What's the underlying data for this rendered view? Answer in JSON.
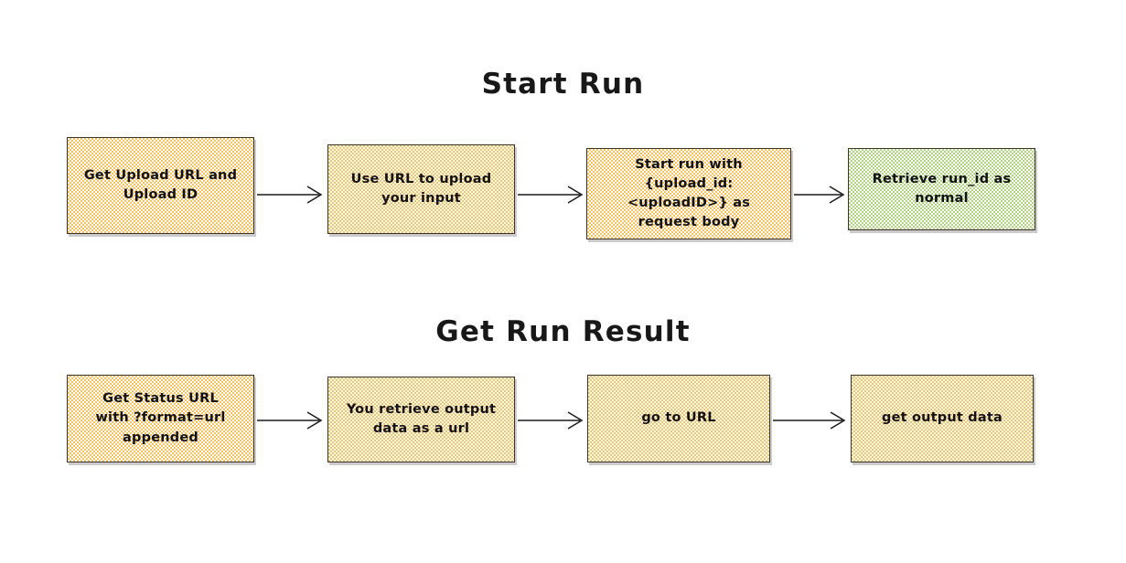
{
  "diagram": {
    "type": "flowchart",
    "background_color": "#ffffff",
    "sections": [
      {
        "id": "start-run",
        "title": "Start Run",
        "nodes": [
          {
            "id": "get-upload-url",
            "label": "Get Upload URL and\nUpload ID",
            "fill": "orange",
            "fill_color": "#f6c35f"
          },
          {
            "id": "use-url-to-upload",
            "label": "Use URL to upload\nyour input",
            "fill": "orange",
            "fill_color": "#f6c35f"
          },
          {
            "id": "start-run-with-body",
            "label": "Start run with\n{upload_id:\n<uploadID>} as\nrequest body",
            "fill": "orange",
            "fill_color": "#f6c35f"
          },
          {
            "id": "retrieve-run-id",
            "label": "Retrieve run_id as\nnormal",
            "fill": "green",
            "fill_color": "#aed77f"
          }
        ],
        "connectors": [
          {
            "from": "get-upload-url",
            "to": "use-url-to-upload",
            "style": "arrow"
          },
          {
            "from": "use-url-to-upload",
            "to": "start-run-with-body",
            "style": "arrow"
          },
          {
            "from": "start-run-with-body",
            "to": "retrieve-run-id",
            "style": "arrow"
          }
        ]
      },
      {
        "id": "get-run-result",
        "title": "Get Run Result",
        "nodes": [
          {
            "id": "get-status-url",
            "label": "Get Status URL\nwith ?format=url\nappended",
            "fill": "orange",
            "fill_color": "#f6c35f"
          },
          {
            "id": "retrieve-output-url",
            "label": "You retrieve output\ndata as a url",
            "fill": "orange",
            "fill_color": "#f6c35f"
          },
          {
            "id": "go-to-url",
            "label": "go to URL",
            "fill": "orange",
            "fill_color": "#f6c35f"
          },
          {
            "id": "get-output-data",
            "label": "get output data",
            "fill": "orange",
            "fill_color": "#f6c35f"
          }
        ],
        "connectors": [
          {
            "from": "get-status-url",
            "to": "retrieve-output-url",
            "style": "arrow"
          },
          {
            "from": "retrieve-output-url",
            "to": "go-to-url",
            "style": "arrow"
          },
          {
            "from": "go-to-url",
            "to": "get-output-data",
            "style": "arrow"
          }
        ]
      }
    ],
    "arrow_color": "#1a1a1a",
    "border_color": "#3d3225"
  }
}
